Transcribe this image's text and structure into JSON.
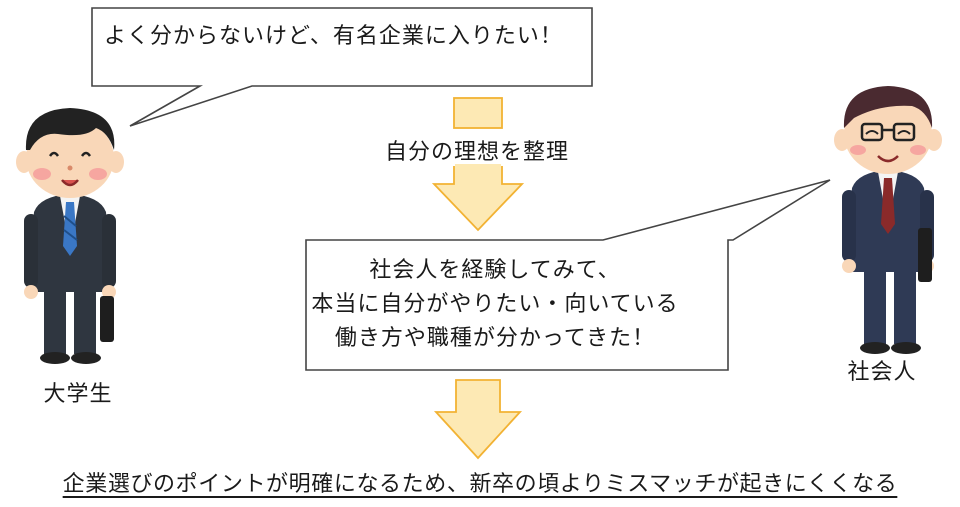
{
  "bubble_top": {
    "text": "よく分からないけど、有名企業に入りたい！"
  },
  "step_label": "自分の理想を整理",
  "bubble_bottom": {
    "lines": [
      "社会人を経験してみて、",
      "本当に自分がやりたい・向いている",
      "働き方や職種が分かってきた！"
    ]
  },
  "people": {
    "student_label": "大学生",
    "worker_label": "社会人"
  },
  "conclusion": "企業選びのポイントが明確になるため、新卒の頃よりミスマッチが起きにくくなる",
  "colors": {
    "arrow_fill": "#fde9b4",
    "arrow_stroke": "#f2b233",
    "bubble_stroke": "#444444",
    "suit": "#2f3640",
    "suit_worker": "#2f3a55",
    "skin": "#f9d7b8",
    "cheek": "#f6a6a0",
    "tie_student": "#3a77c5",
    "tie_worker": "#8a2a2a"
  }
}
